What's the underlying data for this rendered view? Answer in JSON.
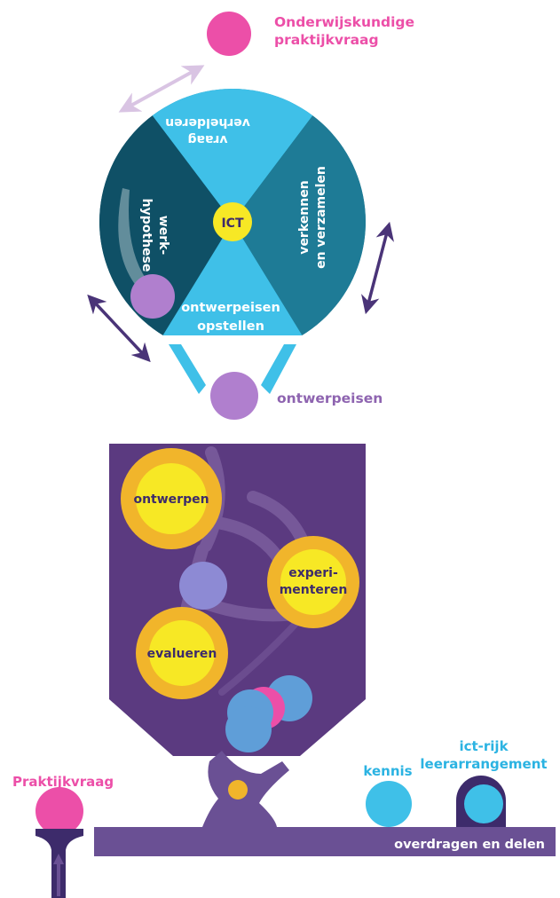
{
  "colors": {
    "pink": "#ec4fa8",
    "lilac": "#b07fce",
    "light_lilac": "#d9c4e3",
    "dark_purple": "#3d2b6b",
    "purple_panel": "#5b3a80",
    "bar_purple": "#6a5094",
    "cyan": "#3fc0e8",
    "teal_dark": "#14627a",
    "teal_mid": "#1e7b96",
    "teal_deep": "#0f5066",
    "yellow": "#f7e825",
    "gold": "#f1b52b",
    "periwinkle": "#8d8ad4",
    "blue_ball": "#5f9ed8",
    "label_purple": "#8e64b0",
    "label_cyan": "#2bb3e2",
    "white": "#ffffff"
  },
  "top": {
    "start_label_line1": "Onderwijskundige",
    "start_label_line2": "praktijkvraag",
    "wheel": {
      "center": "ICT",
      "seg_top_line1": "vraag",
      "seg_top_line2": "verhelderen",
      "seg_right_line1": "verkennen",
      "seg_right_line2": "en verzamelen",
      "seg_left_line1": "werk-",
      "seg_left_line2": "hypothese",
      "seg_bottom_line1": "ontwerpeisen",
      "seg_bottom_line2": "opstellen"
    },
    "output_label": "ontwerpeisen"
  },
  "middle": {
    "ontwerpen": "ontwerpen",
    "experimenteren_line1": "experi-",
    "experimenteren_line2": "menteren",
    "evalueren": "evalueren"
  },
  "bottom": {
    "praktijkvraag": "Praktijkvraag",
    "kennis": "kennis",
    "ict_line1": "ict-rijk",
    "ict_line2": "leerarrangement",
    "bar_label": "overdragen en delen"
  }
}
